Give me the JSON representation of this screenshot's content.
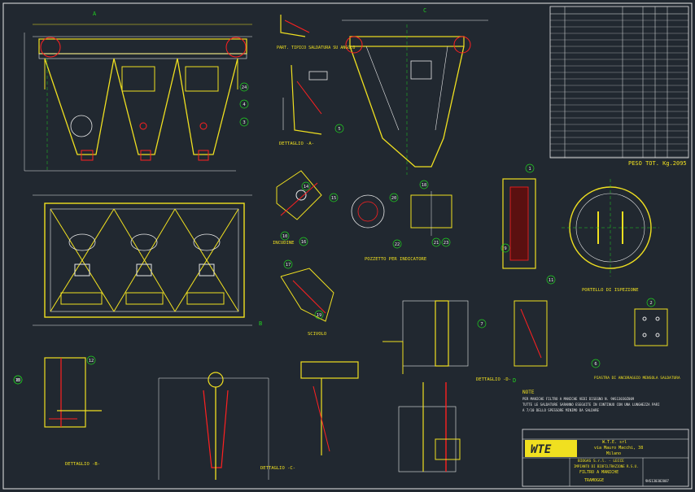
{
  "captions": {
    "detail_a": "DETTAGLIO -A-",
    "angle_plate": "PART. TIPICO SALDATURA SU ANGOLO",
    "hinge": "INCUDINE",
    "nozzle": "POZZETTO PER INDICATORE",
    "hatch": "PORTELLO DI ISPEZIONE",
    "slider": "SCIVOLO",
    "detail_b": "DETTAGLIO -B-",
    "detail_c": "DETTAGLIO -C-",
    "detail_d": "DETTAGLIO -D-",
    "anchor_plate": "PIASTRA DI ANCORAGGIO MENSOLA SALDATURA",
    "weight": "PESO TOT. Kg.2095"
  },
  "notes": {
    "title": "NOTE",
    "lines": [
      "PER MANICHE FILTRO A MANICHE VEDI DISEGNO N. 9HS13030Z009",
      "TUTTE LE SALDATURE SARANNO ESEGUITE IN CONTINUO CON UNA LUNGHEZZA PARI",
      "A 7/10 DELLO SPESSORE MINIMO DA SALDARE"
    ]
  },
  "title_block": {
    "logo": "WTE",
    "company": "W.T.E. srl",
    "address": "via Mauro Macchi, 38",
    "city": "Milano",
    "project": "BIOGAS S.r.l. - LECCE",
    "plant": "IMPIANTO DI BIOFILTRAZIONE R.S.U.",
    "drawing_title": "FILTRO A MANICHE",
    "scale_label": "TRAMOGGE",
    "drawing_no": "9HS130302007"
  },
  "callouts": [
    "1",
    "2",
    "3",
    "4",
    "5",
    "6",
    "7",
    "8",
    "9",
    "10",
    "11",
    "12",
    "13",
    "14",
    "15",
    "16",
    "17",
    "18",
    "19",
    "20",
    "21",
    "22",
    "23",
    "24"
  ],
  "section_marks": [
    "A",
    "B",
    "C",
    "D"
  ]
}
